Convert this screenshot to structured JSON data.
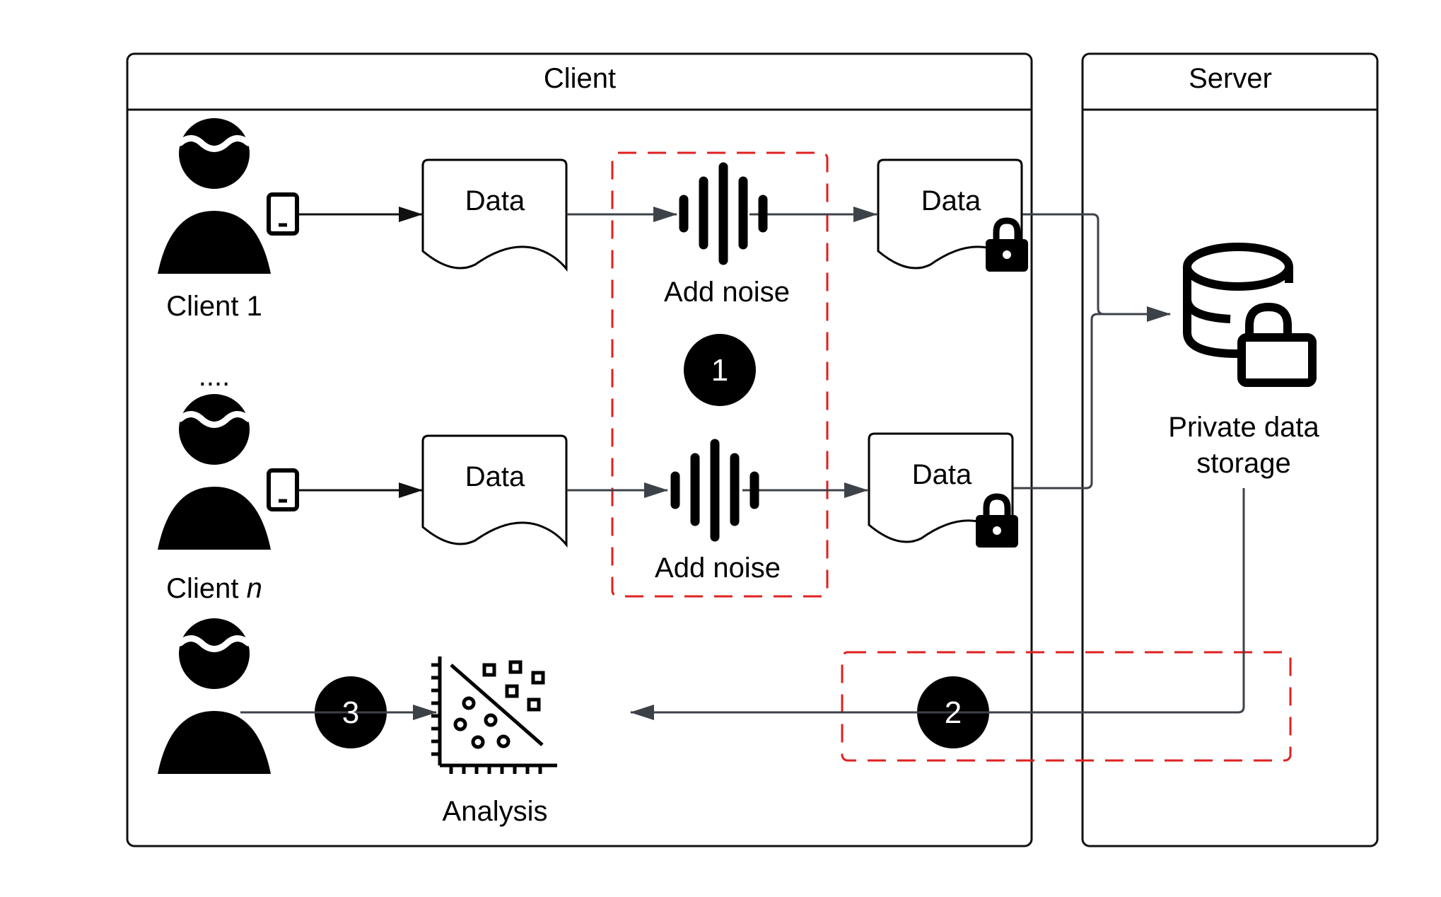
{
  "panels": {
    "client_title": "Client",
    "server_title": "Server"
  },
  "clients": {
    "client_1": "Client 1",
    "ellipsis": "....",
    "client_n_prefix": "Client ",
    "client_n_suffix": "n"
  },
  "data_label": "Data",
  "noise_label": "Add noise",
  "storage": {
    "line1": "Private data",
    "line2": "storage"
  },
  "analysis_label": "Analysis",
  "steps": [
    "1",
    "2",
    "3"
  ],
  "colors": {
    "border": "#111111",
    "arrow_gray": "#3d4148",
    "highlight_red": "#e02020"
  },
  "icons": [
    "person-icon",
    "phone-icon",
    "document-icon",
    "noise-wave-icon",
    "lock-icon",
    "database-lock-icon",
    "scatter-plot-icon"
  ]
}
